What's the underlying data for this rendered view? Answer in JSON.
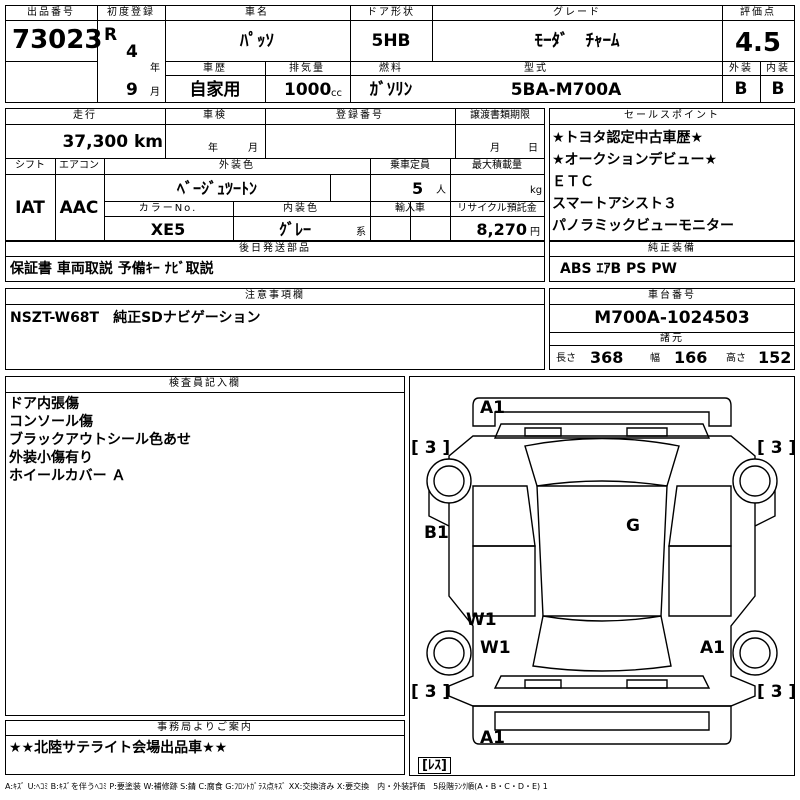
{
  "header": {
    "lot_label": "出品番号",
    "lot_no": "73023",
    "first_reg_label": "初度登録",
    "era": "R",
    "reg_year": "4",
    "year_unit": "年",
    "reg_month": "9",
    "month_unit": "月",
    "car_name_label": "車名",
    "car_name": "ﾊﾟｯｿ",
    "door_label": "ドア形状",
    "door": "5HB",
    "grade_label": "グレード",
    "grade": "ﾓｰﾀﾞ　ﾁｬｰﾑ",
    "score_label": "評価点",
    "score": "4.5",
    "history_label": "車歴",
    "history": "自家用",
    "displacement_label": "排気量",
    "displacement": "1000",
    "displacement_unit": "cc",
    "fuel_label": "燃料",
    "fuel": "ｶﾞｿﾘﾝ",
    "model_label": "型式",
    "model": "5BA-M700A",
    "exterior_label": "外装",
    "exterior": "B",
    "interior_label": "内装",
    "interior": "B"
  },
  "row2": {
    "mileage_label": "走行",
    "mileage": "37,300 km",
    "inspection_label": "車検",
    "inspection_year_unit": "年",
    "inspection_month_unit": "月",
    "plate_label": "登録番号",
    "transfer_label": "譲渡書類期限",
    "transfer_month_unit": "月",
    "transfer_day_unit": "日",
    "shift_label": "シフト",
    "shift": "IAT",
    "ac_label": "エアコン",
    "ac": "AAC",
    "ext_color_label": "外装色",
    "ext_color": "ﾍﾞｰｼﾞｭﾂｰﾄﾝ",
    "capacity_label": "乗車定員",
    "capacity": "5",
    "capacity_unit": "人",
    "load_label": "最大積載量",
    "load_unit": "kg",
    "color_no_label": "カラーNo.",
    "color_no": "XE5",
    "int_color_label": "内装色",
    "int_color": "ｸﾞﾚｰ",
    "int_color_unit": "系",
    "import_label": "輸入車",
    "recycle_label": "リサイクル預託金",
    "recycle": "8,270",
    "recycle_unit": "円"
  },
  "later_parts": {
    "label": "後日発送部品",
    "text": "保証書 車両取説 予備ｷｰ ﾅﾋﾞ取説"
  },
  "notes": {
    "label": "注意事項欄",
    "text": "NSZT-W68T　純正SDナビゲーション"
  },
  "sales_points": {
    "label": "セールスポイント",
    "items": [
      "★トヨタ認定中古車歴★",
      "★オークションデビュー★",
      "ＥＴＣ",
      "スマートアシスト３",
      "パノラミックビューモニター"
    ]
  },
  "equipment": {
    "label": "純正装備",
    "text": "ABS ｴｱB PS PW"
  },
  "chassis": {
    "label": "車台番号",
    "text": "M700A-1024503"
  },
  "specs": {
    "label": "諸元",
    "length_label": "長さ",
    "length": "368",
    "width_label": "幅",
    "width": "166",
    "height_label": "高さ",
    "height": "152"
  },
  "inspector": {
    "label": "検査員記入欄",
    "lines": [
      "ドア内張傷",
      "コンソール傷",
      "ブラックアウトシール色あせ",
      "外装小傷有り",
      "ホイールカバー Ａ"
    ]
  },
  "office": {
    "label": "事務局よりご案内",
    "text": "★★北陸サテライト会場出品車★★"
  },
  "diagram": {
    "marks": {
      "front_bumper": "A1",
      "left_front_tire": "[ 3 ]",
      "right_front_tire": "[ 3 ]",
      "left_front_fender": "B1",
      "roof": "G",
      "left_rear_door": "W1",
      "left_rear_fender": "W1",
      "right_rear_fender": "A1",
      "left_rear_tire": "[ 3 ]",
      "right_rear_tire": "[ 3 ]",
      "rear_bumper": "A1",
      "spare": "[ﾚｽ]"
    }
  },
  "legend": "A:ｷｽﾞ U:ﾍｺﾐ B:ｷｽﾞを伴うﾍｺﾐ P:要塗装 W:補修跡 S:錆 C:腐食 G:ﾌﾛﾝﾄｶﾞﾗｽ点ｷｽﾞ XX:交換済み X:要交換　内・外装評価　5段階ﾗﾝｸ順(A・B・C・D・E) 1"
}
